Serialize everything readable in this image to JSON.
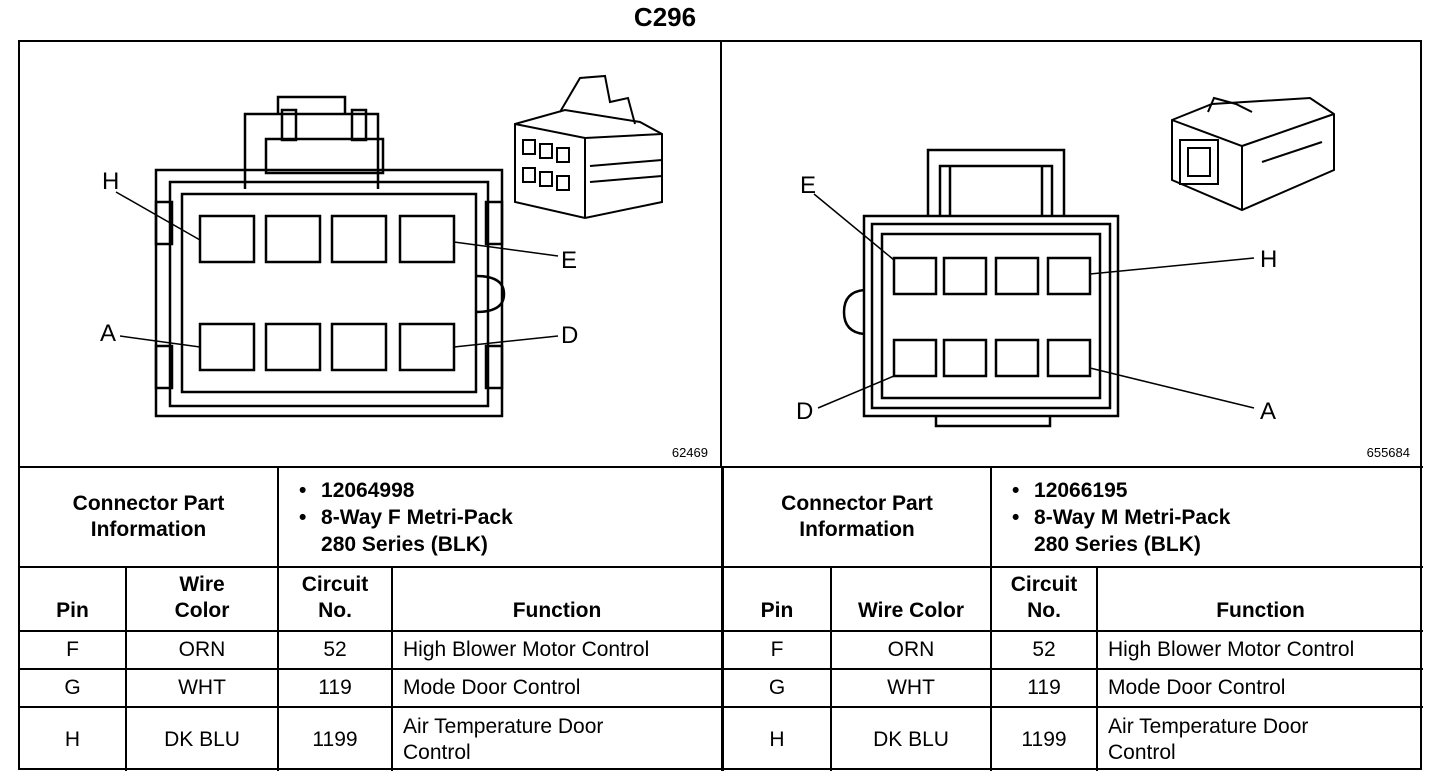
{
  "connector_id": "C296",
  "left": {
    "figure_number": "62469",
    "pin_labels": {
      "h": "H",
      "e": "E",
      "a": "A",
      "d": "D"
    },
    "connector_part_info_label": "Connector Part Information",
    "part_info": [
      "12064998",
      "8-Way F Metri-Pack",
      "280 Series (BLK)"
    ],
    "columns": {
      "pin": "Pin",
      "wire_color": "Wire Color",
      "circuit_no": "Circuit No.",
      "function": "Function"
    },
    "rows": [
      {
        "pin": "F",
        "wire_color": "ORN",
        "circuit_no": "52",
        "function": "High Blower Motor Control"
      },
      {
        "pin": "G",
        "wire_color": "WHT",
        "circuit_no": "119",
        "function": "Mode Door Control"
      },
      {
        "pin": "H",
        "wire_color": "DK BLU",
        "circuit_no": "1199",
        "function": "Air Temperature Door Control"
      }
    ]
  },
  "right": {
    "figure_number": "655684",
    "pin_labels": {
      "e": "E",
      "h": "H",
      "d": "D",
      "a": "A"
    },
    "connector_part_info_label": "Connector Part Information",
    "part_info": [
      "12066195",
      "8-Way M Metri-Pack",
      "280 Series (BLK)"
    ],
    "columns": {
      "pin": "Pin",
      "wire_color": "Wire Color",
      "circuit_no": "Circuit No.",
      "function": "Function"
    },
    "rows": [
      {
        "pin": "F",
        "wire_color": "ORN",
        "circuit_no": "52",
        "function": "High Blower Motor Control"
      },
      {
        "pin": "G",
        "wire_color": "WHT",
        "circuit_no": "119",
        "function": "Mode Door Control"
      },
      {
        "pin": "H",
        "wire_color": "DK BLU",
        "circuit_no": "1199",
        "function": "Air Temperature Door Control"
      }
    ]
  }
}
